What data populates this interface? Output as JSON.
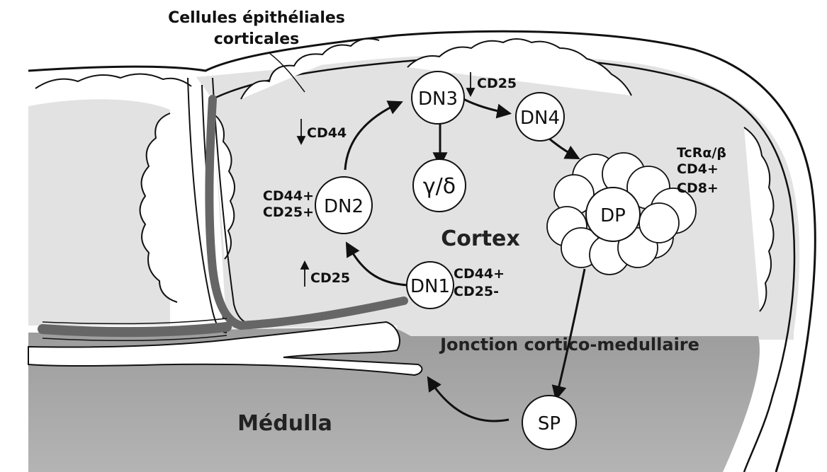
{
  "title": {
    "line1": "Cellules épithéliales",
    "line2": "corticales"
  },
  "regions": {
    "cortex": "Cortex",
    "junction": "Jonction cortico-medullaire",
    "medulla": "Médulla"
  },
  "cells": {
    "dn1": "DN1",
    "dn2": "DN2",
    "dn3": "DN3",
    "dn4": "DN4",
    "gd": "γ/δ",
    "dp": "DP",
    "sp": "SP"
  },
  "markers": {
    "dn1_cd44": "CD44+",
    "dn1_cd25": "CD25-",
    "dn2_cd44": "CD44+",
    "dn2_cd25": "CD25+",
    "cd25_up": "CD25",
    "cd44_down": "CD44",
    "cd25_down": "CD25",
    "dp_tcr": "TcRα/β",
    "dp_cd4": "CD4+",
    "dp_cd8": "CD8+"
  },
  "colors": {
    "cortex_fill": "#e2e2e2",
    "medulla_fill": "#a9a9a9",
    "vessel": "#666666",
    "outline": "#111111"
  }
}
